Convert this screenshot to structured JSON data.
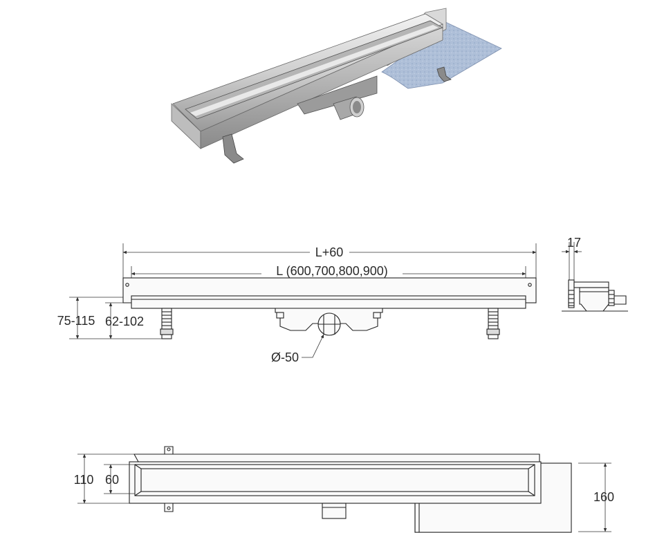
{
  "dimensions": {
    "overall_length": "L+60",
    "channel_length": "L (600,700,800,900)",
    "total_height": "75-115",
    "adjustable_height": "62-102",
    "outlet_diameter": "Ø-50",
    "flange_thickness": "17",
    "total_width": "110",
    "grate_width": "60",
    "membrane_width": "160"
  },
  "colors": {
    "steel_light": "#e6e6e6",
    "steel_mid": "#bdbdbd",
    "steel_dark": "#8e8e8e",
    "membrane": "#a9bcd6",
    "line": "#222222"
  }
}
